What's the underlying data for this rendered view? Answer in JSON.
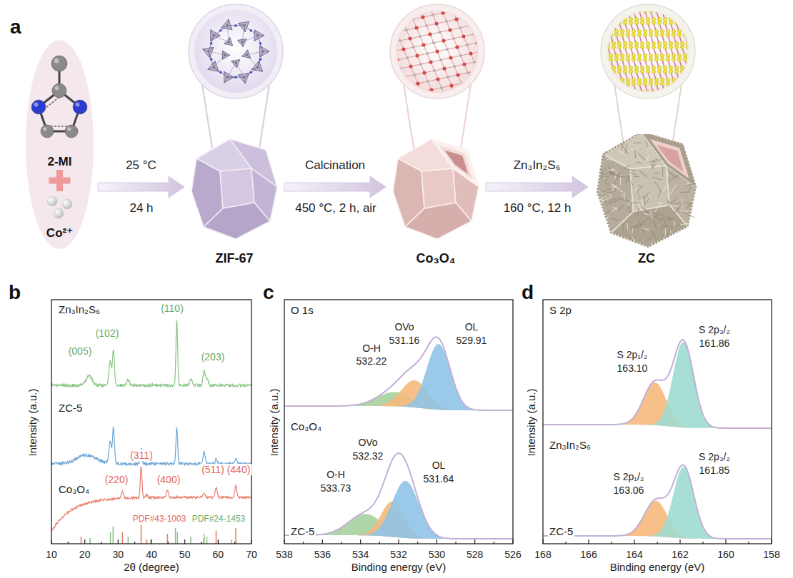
{
  "diagram": {
    "nodes": [
      {
        "text": [
          "2-MI",
          "Co²⁺"
        ]
      },
      {
        "text": [
          "ZIF-67"
        ]
      },
      {
        "text": [
          "Co₃O₄"
        ]
      },
      {
        "text": [
          "ZC"
        ]
      }
    ],
    "edges": [
      {
        "from": 0,
        "to": 1,
        "label": "25 °C",
        "arrow": "to"
      },
      {
        "from": 1,
        "to": 2,
        "label": "Calcination",
        "arrow": "to"
      },
      {
        "from": 2,
        "to": 3,
        "label": "Zn₃In₂S₆",
        "arrow": "to"
      }
    ],
    "labels": [
      "a",
      "24 h",
      "450 °C, 2 h, air",
      "160 °C, 12 h",
      "b",
      "c",
      "d",
      "Zn₃In₂S₆",
      "(005)",
      "(102)",
      "(110)",
      "(203)",
      "ZC-5",
      "Co₃O₄",
      "(220)",
      "(311)",
      "(400)",
      "(511)",
      "(440)",
      "PDF#43-1003",
      "PDF#24-1453",
      "Intensity (a.u.)",
      "10",
      "20",
      "30",
      "40",
      "50",
      "60",
      "70",
      "2θ (degree)",
      "O 1s",
      "O-H",
      "532.22",
      "OVo",
      "531.16",
      "OL",
      "529.91",
      "Co₃O₄",
      "O-H",
      "533.73",
      "OVo",
      "532.32",
      "OL",
      "531.64",
      "ZC-5",
      "Intensity (a.u.)",
      "538",
      "536",
      "534",
      "532",
      "530",
      "528",
      "526",
      "Binding energy (eV)",
      "S 2p",
      "S 2p₁/₂",
      "163.10",
      "S 2p₃/₂",
      "161.86",
      "Zn₃In₂S₆",
      "S 2p₁/₂",
      "163.06",
      "S 2p₃/₂",
      "161.85",
      "ZC-5",
      "Intensity (a.u.)",
      "168",
      "166",
      "164",
      "162",
      "160",
      "158",
      "Binding energy (eV)"
    ]
  }
}
